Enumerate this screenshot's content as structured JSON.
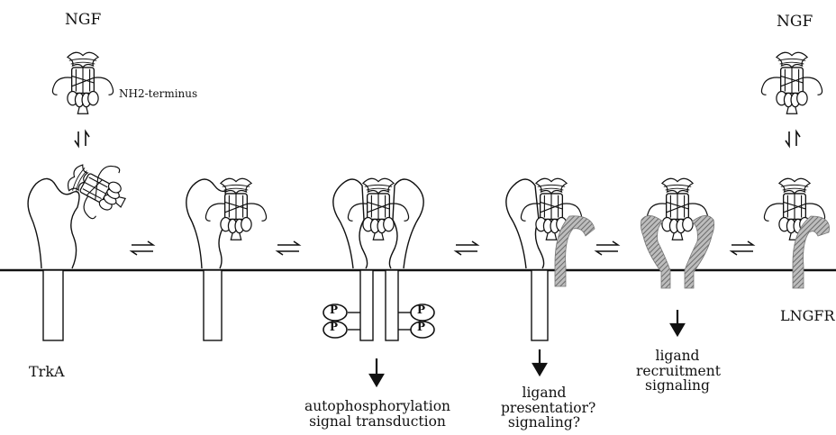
{
  "labels": {
    "ngf_left": "NGF",
    "ngf_right": "NGF",
    "nh2_terminus": "NH2-terminus",
    "trka": "TrkA",
    "lngfr": "LNGFR",
    "phospho": "P"
  },
  "captions": {
    "autophos": [
      "autophosphorylation",
      "signal transduction"
    ],
    "presentation": [
      "ligand",
      "presentatior?",
      "signaling?"
    ],
    "recruitment": [
      "ligand",
      "recruitment",
      "signaling"
    ]
  },
  "colors": {
    "ink": "#111111",
    "lngfr_fill": "#9a9a9a",
    "background": "#ffffff"
  }
}
